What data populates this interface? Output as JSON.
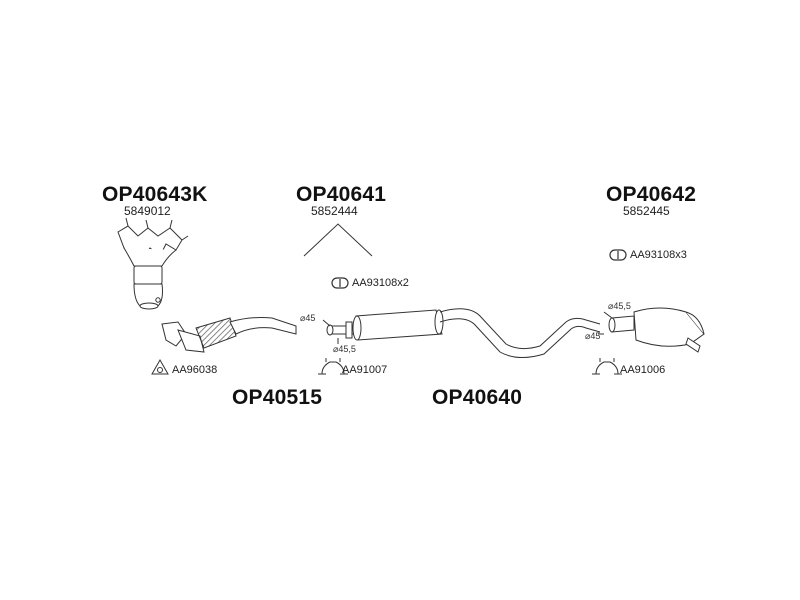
{
  "colors": {
    "line": "#333333",
    "fill": "#ffffff",
    "hatch": "#555555"
  },
  "parts": {
    "manifold": {
      "number": "OP40643K",
      "oem": "5849012"
    },
    "front_pipe": {
      "number": "OP40515"
    },
    "middle": {
      "number": "OP40641",
      "oem": "5852444"
    },
    "center": {
      "number": "OP40640"
    },
    "rear": {
      "number": "OP40642",
      "oem": "5852445"
    }
  },
  "accessories": {
    "gasket_manifold": {
      "code": "AA96038"
    },
    "clamp_front": {
      "code": "AA91007"
    },
    "clamp_rear": {
      "code": "AA91006"
    },
    "hanger_middle": {
      "code": "AA93108",
      "qty": "x2"
    },
    "hanger_rear": {
      "code": "AA93108",
      "qty": "x3"
    }
  },
  "diameters": {
    "front_outlet": "⌀45",
    "front_clamp": "⌀45,5",
    "rear_inlet": "⌀45,5",
    "center_outlet": "⌀45"
  },
  "icons": {
    "manifold": "exhaust-manifold-catalyst-icon",
    "front_pipe": "front-pipe-icon",
    "middle": "middle-silencer-icon",
    "rear": "rear-silencer-icon",
    "hanger": "rubber-hanger-icon",
    "clamp": "pipe-clamp-icon",
    "gasket": "triangle-gasket-icon"
  }
}
